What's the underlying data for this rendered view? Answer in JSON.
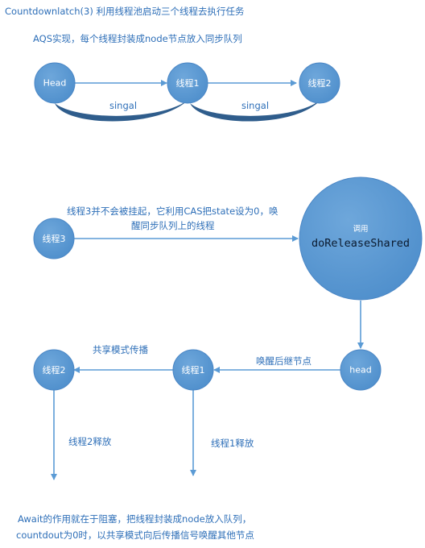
{
  "title": "Countdownlatch(3)  利用线程池启动三个线程去执行任务",
  "subtitle": "AQS实现，每个线程封装成node节点放入同步队列",
  "top_row": {
    "head": "Head",
    "thread1": "线程1",
    "thread2": "线程2",
    "signal_left": "singal",
    "signal_right": "singal"
  },
  "middle": {
    "thread3": "线程3",
    "note_line1": "线程3并不会被挂起，它利用CAS把state设为0，唤",
    "note_line2": "醒同步队列上的线程",
    "call_title": "调用",
    "call_method": "doReleaseShared"
  },
  "bottom_row": {
    "head": "head",
    "thread1": "线程1",
    "thread2": "线程2",
    "wake_successor": "唤醒后继节点",
    "share_propagate": "共享模式传播",
    "release2": "线程2释放",
    "release1": "线程1释放"
  },
  "footer": {
    "line1": "Await的作用就在于阻塞，把线程封装成node放入队列，",
    "line2": "countdout为0时，以共享模式向后传播信号唤醒其他节点"
  },
  "colors": {
    "node_fill": "#5b9bd5",
    "node_stroke": "#4a86c5",
    "arrow": "#5b9bd5",
    "text": "#2e6fb8",
    "curve_dark": "#2f5d8c"
  }
}
